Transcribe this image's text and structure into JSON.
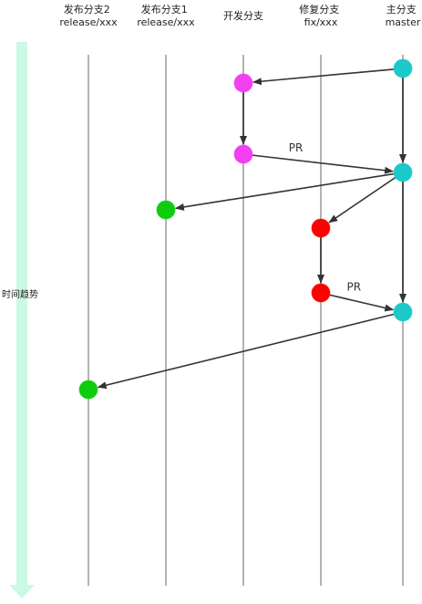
{
  "colors": {
    "lane_line": "#b3b3b3",
    "arrow": "#333333",
    "timeline": "#ccf8e6",
    "dev_commit": "#f23ff2",
    "master_commit": "#1cc9c9",
    "release_commit": "#0fcc0f",
    "fix_commit": "#ff0000"
  },
  "lanes": [
    {
      "id": "release2",
      "line1": "发布分支2",
      "line2": "release/xxx"
    },
    {
      "id": "release1",
      "line1": "发布分支1",
      "line2": "release/xxx"
    },
    {
      "id": "develop",
      "line1": "开发分支",
      "line2": ""
    },
    {
      "id": "fix",
      "line1": "修复分支",
      "line2": "fix/xxx"
    },
    {
      "id": "master",
      "line1": "主分支",
      "line2": "master"
    }
  ],
  "timeline": {
    "label": "时间趋势"
  },
  "commits": [
    {
      "id": "m1",
      "lane": "master",
      "color": "master_commit"
    },
    {
      "id": "d1",
      "lane": "develop",
      "color": "dev_commit"
    },
    {
      "id": "d2",
      "lane": "develop",
      "color": "dev_commit"
    },
    {
      "id": "m2",
      "lane": "master",
      "color": "master_commit"
    },
    {
      "id": "r1",
      "lane": "release1",
      "color": "release_commit"
    },
    {
      "id": "f1",
      "lane": "fix",
      "color": "fix_commit"
    },
    {
      "id": "f2",
      "lane": "fix",
      "color": "fix_commit"
    },
    {
      "id": "m3",
      "lane": "master",
      "color": "master_commit"
    },
    {
      "id": "r2",
      "lane": "release2",
      "color": "release_commit"
    }
  ],
  "edges": [
    {
      "from": "m1",
      "to": "d1",
      "label": ""
    },
    {
      "from": "d1",
      "to": "d2",
      "label": ""
    },
    {
      "from": "m1",
      "to": "m2",
      "label": ""
    },
    {
      "from": "d2",
      "to": "m2",
      "label": "PR"
    },
    {
      "from": "m2",
      "to": "r1",
      "label": ""
    },
    {
      "from": "m2",
      "to": "f1",
      "label": ""
    },
    {
      "from": "f1",
      "to": "f2",
      "label": ""
    },
    {
      "from": "m2",
      "to": "m3",
      "label": ""
    },
    {
      "from": "f2",
      "to": "m3",
      "label": "PR"
    },
    {
      "from": "m3",
      "to": "r2",
      "label": ""
    }
  ]
}
